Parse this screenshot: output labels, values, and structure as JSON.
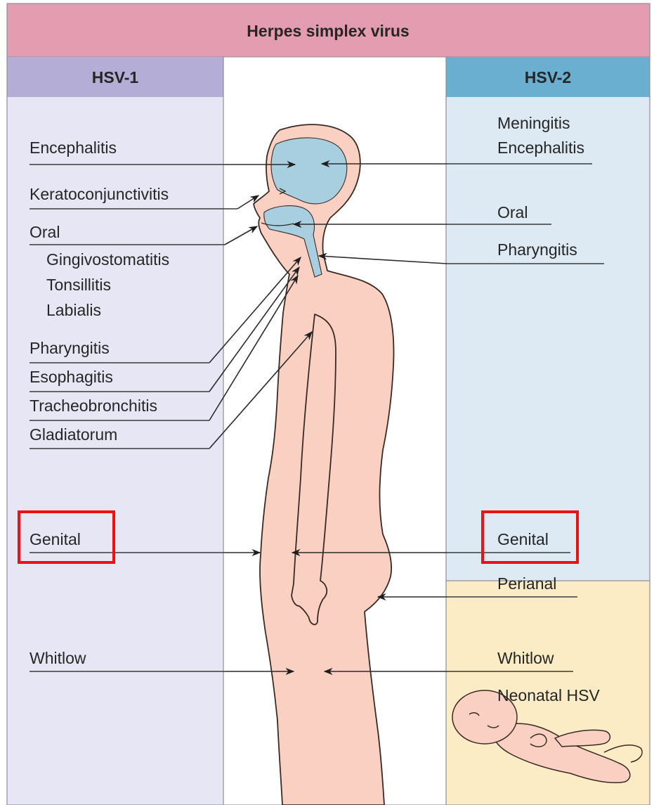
{
  "title": "Herpes simplex virus",
  "hsv1": {
    "header": "HSV-1",
    "labels": {
      "encephalitis": "Encephalitis",
      "keratoconjunctivitis": "Keratoconjunctivitis",
      "oral": "Oral",
      "gingivostomatitis": "Gingivostomatitis",
      "tonsillitis": "Tonsillitis",
      "labialis": "Labialis",
      "pharyngitis": "Pharyngitis",
      "esophagitis": "Esophagitis",
      "tracheobronchitis": "Tracheobronchitis",
      "gladiatorum": "Gladiatorum",
      "genital": "Genital",
      "whitlow": "Whitlow"
    }
  },
  "hsv2": {
    "header": "HSV-2",
    "labels": {
      "meningitis": "Meningitis",
      "encephalitis": "Encephalitis",
      "oral": "Oral",
      "pharyngitis": "Pharyngitis",
      "genital": "Genital",
      "perianal": "Perianal",
      "whitlow": "Whitlow",
      "neonatal": "Neonatal HSV"
    }
  },
  "colors": {
    "title_bar": "#e39cb0",
    "hsv1_header": "#b4aed6",
    "hsv1_panel": "#e6e6f5",
    "hsv2_header": "#6aaed0",
    "hsv2_panel": "#dde9f3",
    "neonatal_panel": "#fbecc6",
    "body_fill": "#f9d0c2",
    "body_outline": "#3a2a24",
    "brain_airway": "#a8cfe0",
    "highlight_box": "#ee1111"
  }
}
